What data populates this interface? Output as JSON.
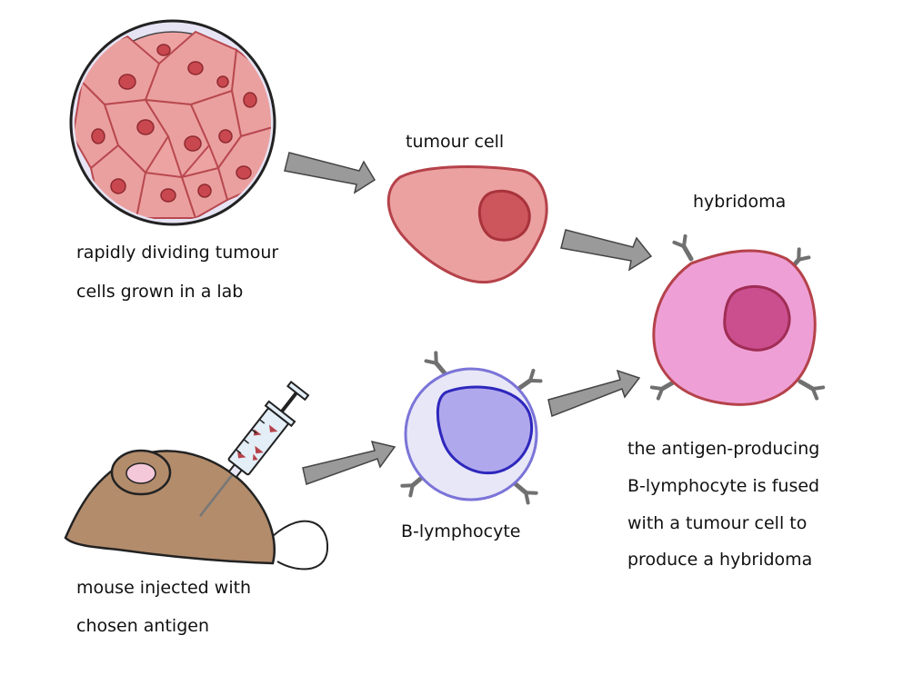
{
  "labels": {
    "dish_line1": "rapidly dividing tumour",
    "dish_line2": "cells grown in a lab",
    "tumour_cell": "tumour cell",
    "hybridoma": "hybridoma",
    "mouse_line1": "mouse injected with",
    "mouse_line2": "chosen antigen",
    "b_lymphocyte": "B-lymphocyte",
    "fusion_line1": "the antigen-producing",
    "fusion_line2": "B-lymphocyte is fused",
    "fusion_line3": "with a tumour cell to",
    "fusion_line4": "produce a hybridoma"
  },
  "colors": {
    "tumour_fill": "#eca1a1",
    "tumour_stroke": "#b5424a",
    "tumour_nucleus": "#cd555c",
    "hybridoma_fill": "#eea0d6",
    "hybridoma_stroke": "#b5424a",
    "hybridoma_nucleus": "#cb4f8e",
    "lymphocyte_fill": "#e8e7f7",
    "lymphocyte_stroke": "#7b74d8",
    "lymphocyte_nucleus": "#b0a8ec",
    "lymphocyte_nucleus_stroke": "#2e27bd",
    "arrow_fill": "#9a9a9a",
    "mouse_fill": "#b38c6c",
    "antibody": "#707070"
  }
}
